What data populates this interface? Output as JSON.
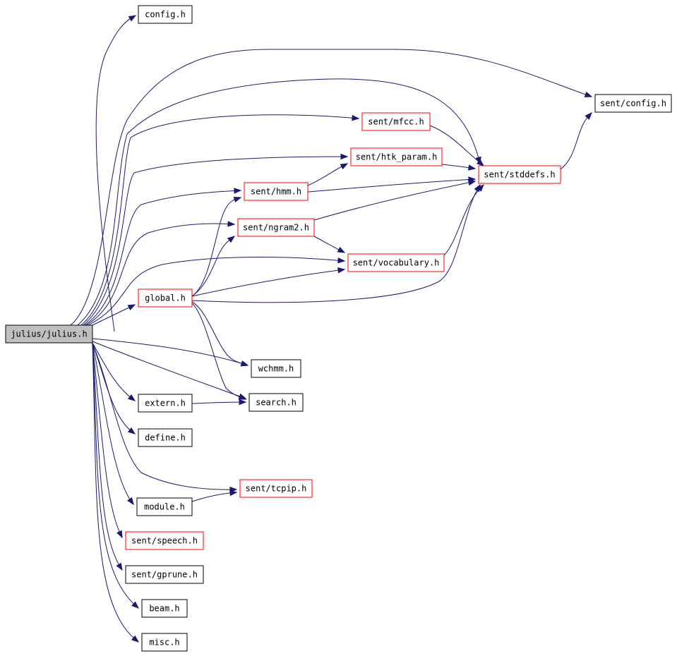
{
  "nodes": [
    {
      "id": "julius",
      "label": "julius/julius.h",
      "style": "root"
    },
    {
      "id": "config",
      "label": "config.h",
      "style": "black"
    },
    {
      "id": "sent_config",
      "label": "sent/config.h",
      "style": "black"
    },
    {
      "id": "sent_mfcc",
      "label": "sent/mfcc.h",
      "style": "red"
    },
    {
      "id": "sent_htk_param",
      "label": "sent/htk_param.h",
      "style": "red"
    },
    {
      "id": "sent_stddefs",
      "label": "sent/stddefs.h",
      "style": "red"
    },
    {
      "id": "sent_hmm",
      "label": "sent/hmm.h",
      "style": "red"
    },
    {
      "id": "sent_ngram2",
      "label": "sent/ngram2.h",
      "style": "red"
    },
    {
      "id": "sent_vocabulary",
      "label": "sent/vocabulary.h",
      "style": "red"
    },
    {
      "id": "global",
      "label": "global.h",
      "style": "red"
    },
    {
      "id": "wchmm",
      "label": "wchmm.h",
      "style": "black"
    },
    {
      "id": "search",
      "label": "search.h",
      "style": "black"
    },
    {
      "id": "extern",
      "label": "extern.h",
      "style": "black"
    },
    {
      "id": "define",
      "label": "define.h",
      "style": "black"
    },
    {
      "id": "sent_tcpip",
      "label": "sent/tcpip.h",
      "style": "red"
    },
    {
      "id": "module",
      "label": "module.h",
      "style": "black"
    },
    {
      "id": "sent_speech",
      "label": "sent/speech.h",
      "style": "red"
    },
    {
      "id": "sent_gprune",
      "label": "sent/gprune.h",
      "style": "black"
    },
    {
      "id": "beam",
      "label": "beam.h",
      "style": "black"
    },
    {
      "id": "misc",
      "label": "misc.h",
      "style": "black"
    }
  ],
  "edges": [
    {
      "from": "julius",
      "to": "config"
    },
    {
      "from": "julius",
      "to": "sent_config"
    },
    {
      "from": "julius",
      "to": "sent_stddefs"
    },
    {
      "from": "julius",
      "to": "sent_mfcc"
    },
    {
      "from": "julius",
      "to": "sent_htk_param"
    },
    {
      "from": "julius",
      "to": "sent_hmm"
    },
    {
      "from": "julius",
      "to": "sent_ngram2"
    },
    {
      "from": "julius",
      "to": "sent_vocabulary"
    },
    {
      "from": "julius",
      "to": "global"
    },
    {
      "from": "julius",
      "to": "wchmm"
    },
    {
      "from": "julius",
      "to": "search"
    },
    {
      "from": "julius",
      "to": "extern"
    },
    {
      "from": "julius",
      "to": "define"
    },
    {
      "from": "julius",
      "to": "sent_tcpip"
    },
    {
      "from": "julius",
      "to": "module"
    },
    {
      "from": "julius",
      "to": "sent_speech"
    },
    {
      "from": "julius",
      "to": "sent_gprune"
    },
    {
      "from": "julius",
      "to": "beam"
    },
    {
      "from": "julius",
      "to": "misc"
    },
    {
      "from": "sent_mfcc",
      "to": "sent_stddefs"
    },
    {
      "from": "sent_htk_param",
      "to": "sent_stddefs"
    },
    {
      "from": "sent_hmm",
      "to": "sent_htk_param"
    },
    {
      "from": "sent_hmm",
      "to": "sent_stddefs"
    },
    {
      "from": "sent_ngram2",
      "to": "sent_stddefs"
    },
    {
      "from": "sent_ngram2",
      "to": "sent_vocabulary"
    },
    {
      "from": "sent_vocabulary",
      "to": "sent_stddefs"
    },
    {
      "from": "sent_stddefs",
      "to": "sent_config"
    },
    {
      "from": "global",
      "to": "sent_hmm"
    },
    {
      "from": "global",
      "to": "sent_ngram2"
    },
    {
      "from": "global",
      "to": "sent_vocabulary"
    },
    {
      "from": "global",
      "to": "sent_stddefs"
    },
    {
      "from": "global",
      "to": "wchmm"
    },
    {
      "from": "global",
      "to": "search"
    },
    {
      "from": "extern",
      "to": "search"
    },
    {
      "from": "module",
      "to": "sent_tcpip"
    }
  ],
  "colors": {
    "edge": "#191970",
    "red_border": "#ff0000",
    "black_border": "#000000",
    "root_fill": "#bfbfbf"
  }
}
